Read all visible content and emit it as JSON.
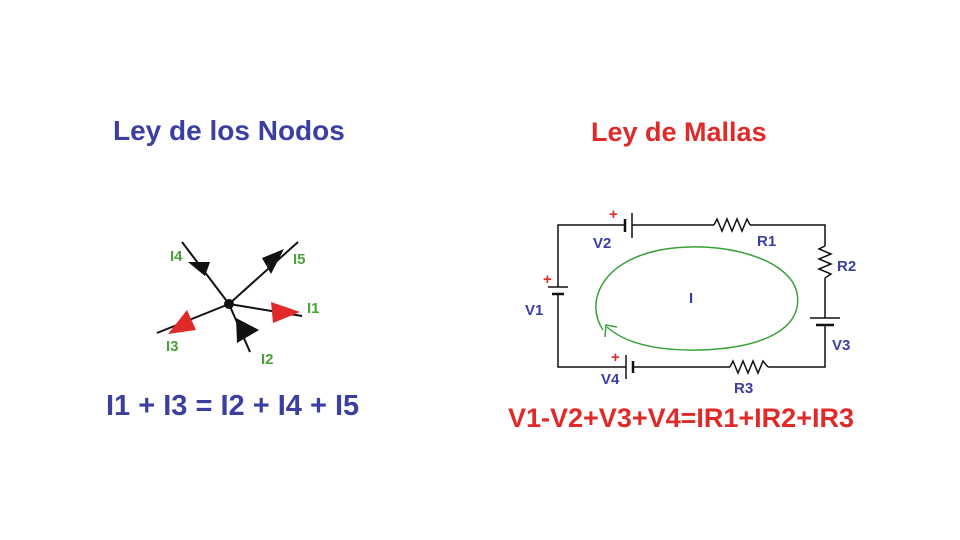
{
  "nodes_section": {
    "title": "Ley de los Nodos",
    "equation": "I1 + I3 = I2 + I4 + I5",
    "currents": {
      "i1": "I1",
      "i2": "I2",
      "i3": "I3",
      "i4": "I4",
      "i5": "I5"
    }
  },
  "mesh_section": {
    "title": "Ley de Mallas",
    "equation": "V1-V2+V3+V4=IR1+IR2+IR3",
    "loop_current": "I",
    "sources": {
      "v1": "V1",
      "v2": "V2",
      "v3": "V3",
      "v4": "V4"
    },
    "resistors": {
      "r1": "R1",
      "r2": "R2",
      "r3": "R3"
    },
    "plus_sign": "+"
  },
  "colors": {
    "nodes_title": "#3a3fa0",
    "mesh_title": "#e02a2a",
    "label_green": "#4aa03a",
    "label_blue": "#3a3fa0",
    "loop_arrow": "#3aa03a",
    "arrow_red": "#e02a2a",
    "arrow_black": "#111111"
  }
}
